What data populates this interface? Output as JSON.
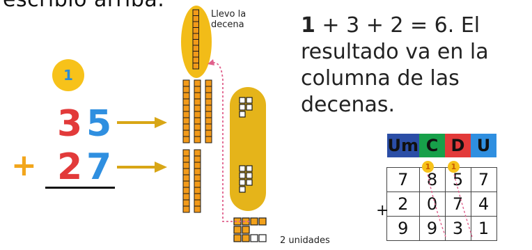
{
  "top_text": "escribió arriba.",
  "carry_digit": "1",
  "addend1": {
    "tens": "3",
    "units": "5"
  },
  "addend2": {
    "tens": "2",
    "units": "7"
  },
  "plus_sign": "+",
  "blocks_label_top": "Llevo la decena",
  "blocks_label_bottom": "2 unidades",
  "rule_bold": "1",
  "rule_text": " + 3 + 2 = 6. El resultado va en la columna de las decenas.",
  "table": {
    "headers": [
      "Um",
      "C",
      "D",
      "U"
    ],
    "carries": [
      "1",
      "1"
    ],
    "row1": [
      "7",
      "8",
      "5",
      "7"
    ],
    "row2": [
      "2",
      "0",
      "7",
      "4"
    ],
    "row3": [
      "9",
      "9",
      "3",
      "1"
    ],
    "plus": "+"
  },
  "colors": {
    "yellow": "#f7c21a",
    "rod": "#f29a1a",
    "red": "#e23a3a",
    "blue": "#2f8fe0",
    "green": "#17a04a",
    "navy": "#2b4ea6"
  }
}
